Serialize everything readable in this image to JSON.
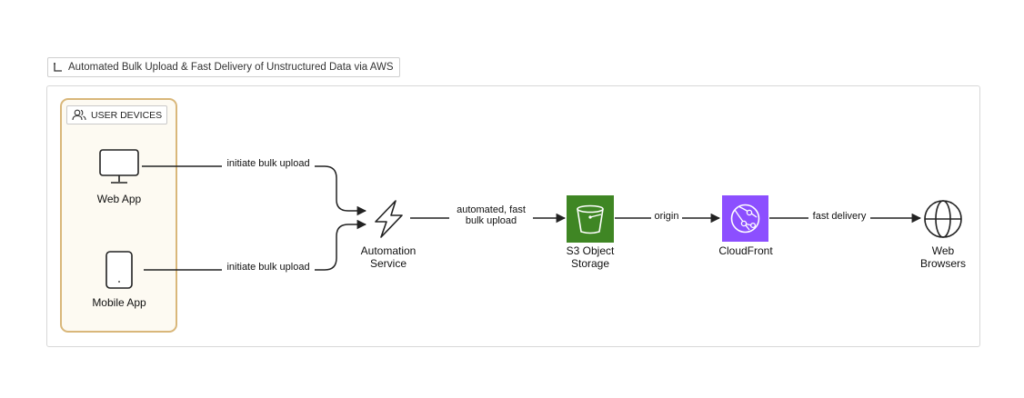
{
  "diagram": {
    "title": "Automated Bulk Upload & Fast Delivery of Unstructured Data via AWS",
    "group": {
      "label": "USER DEVICES"
    },
    "nodes": {
      "web_app": {
        "label": "Web App",
        "icon": "monitor-icon"
      },
      "mobile_app": {
        "label": "Mobile App",
        "icon": "mobile-phone-icon"
      },
      "automation": {
        "label": "Automation\nService",
        "icon": "lightning-bolt-icon"
      },
      "s3": {
        "label": "S3 Object\nStorage",
        "icon": "s3-bucket-icon",
        "color": "#3f8624"
      },
      "cloudfront": {
        "label": "CloudFront",
        "icon": "cloudfront-icon",
        "color": "#8c4fff"
      },
      "browsers": {
        "label": "Web\nBrowsers",
        "icon": "globe-icon"
      }
    },
    "edges": {
      "web_to_automation": "initiate bulk upload",
      "mobile_to_automation": "initiate bulk upload",
      "automation_to_s3": "automated, fast\nbulk upload",
      "s3_to_cloudfront": "origin",
      "cloudfront_to_browsers": "fast delivery"
    },
    "colors": {
      "group_border": "#d9b77a",
      "edge": "#222222"
    }
  }
}
